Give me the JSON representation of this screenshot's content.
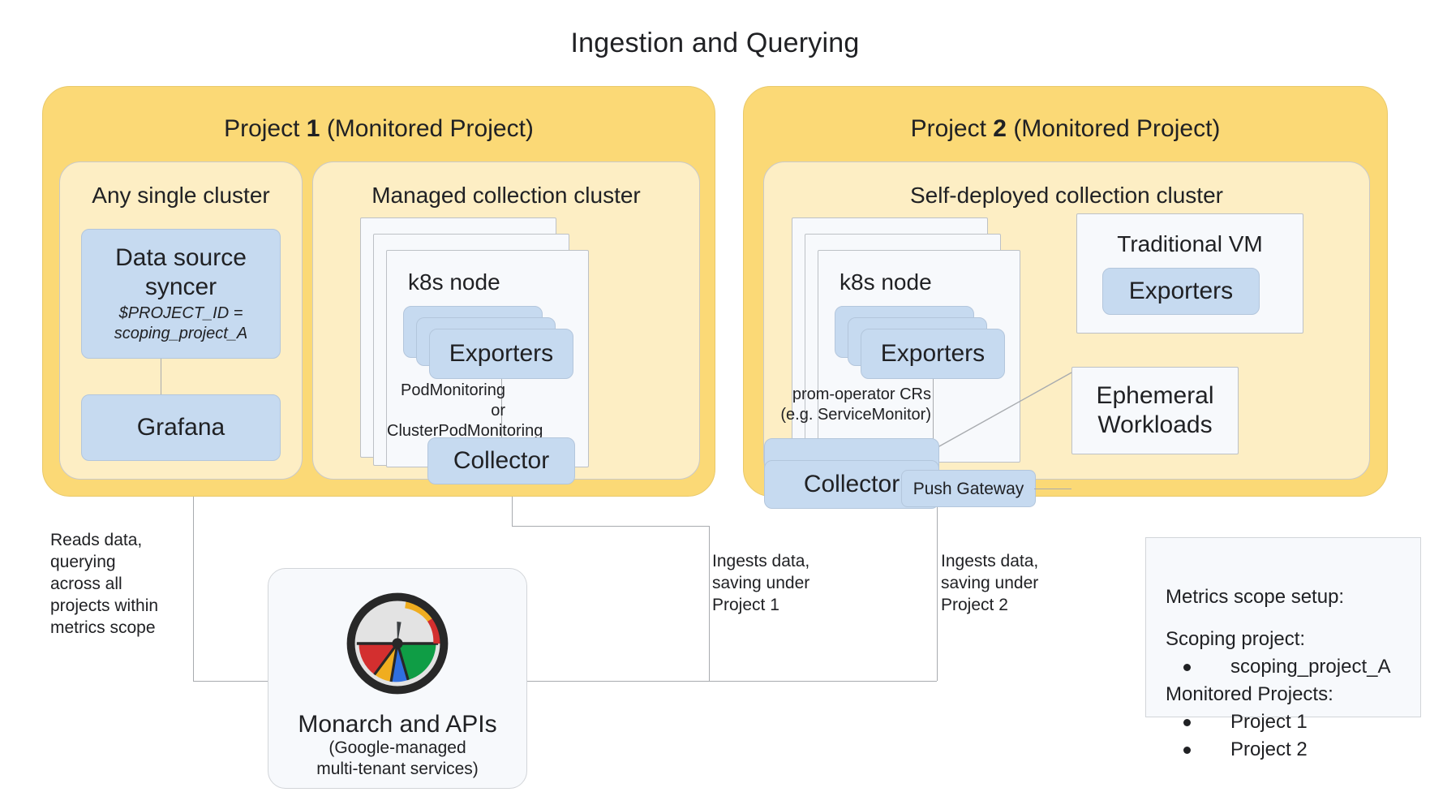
{
  "title": "Ingestion and Querying",
  "colors": {
    "project_fill": "#fbd976",
    "cluster_fill": "#fdeec4",
    "component_fill": "#c6daf0",
    "card_fill": "#f7f9fc",
    "line": "#a8abaf",
    "google_red": "#d32f2f",
    "google_yellow": "#f0ad1f",
    "google_blue": "#2f6fe0",
    "google_green": "#0f9d45",
    "gauge_ring": "#282828",
    "gauge_face": "#e3e3e3"
  },
  "projects": [
    {
      "name": "project-1",
      "title_prefix": "Project ",
      "title_number": "1",
      "title_suffix": " (Monitored Project)",
      "clusters": [
        {
          "name": "any-single-cluster",
          "title": "Any single cluster",
          "components": [
            {
              "label_main": "Data source syncer",
              "label_sub": "$PROJECT_ID = scoping_project_A"
            },
            {
              "label_main": "Grafana"
            }
          ]
        },
        {
          "name": "managed-collection-cluster",
          "title": "Managed collection cluster",
          "node_title": "k8s node",
          "components": [
            {
              "label_main": "Exporters"
            },
            {
              "label_main": "Collector"
            }
          ],
          "edge_label": "PodMonitoring or\nClusterPodMonitoring"
        }
      ]
    },
    {
      "name": "project-2",
      "title_prefix": "Project ",
      "title_number": "2",
      "title_suffix": " (Monitored Project)",
      "clusters": [
        {
          "name": "self-deployed-collection-cluster",
          "title": "Self-deployed collection cluster",
          "node_title": "k8s node",
          "components": [
            {
              "label_main": "Exporters"
            },
            {
              "label_main": "Collector"
            },
            {
              "label_main": "Push Gateway"
            }
          ],
          "edge_label": "prom-operator CRs\n(e.g. ServiceMonitor)",
          "side_cards": [
            {
              "title": "Traditional VM",
              "component": "Exporters"
            },
            {
              "title": "Ephemeral Workloads"
            }
          ]
        }
      ]
    }
  ],
  "annotations": {
    "reads": "Reads data,\nquerying\nacross all\nprojects within\nmetrics scope",
    "ingest_project_1": "Ingests data,\nsaving under\nProject 1",
    "ingest_project_2": "Ingests data,\nsaving under\nProject 2"
  },
  "monarch": {
    "title": "Monarch and APIs",
    "subtitle": "(Google-managed\nmulti-tenant services)",
    "icon": "monitoring-gauge-icon"
  },
  "legend": {
    "heading": "Metrics scope setup:",
    "scoping_heading": "Scoping project:",
    "scoping_items": [
      "scoping_project_A"
    ],
    "monitored_heading": "Monitored Projects:",
    "monitored_items": [
      "Project 1",
      "Project 2"
    ]
  }
}
